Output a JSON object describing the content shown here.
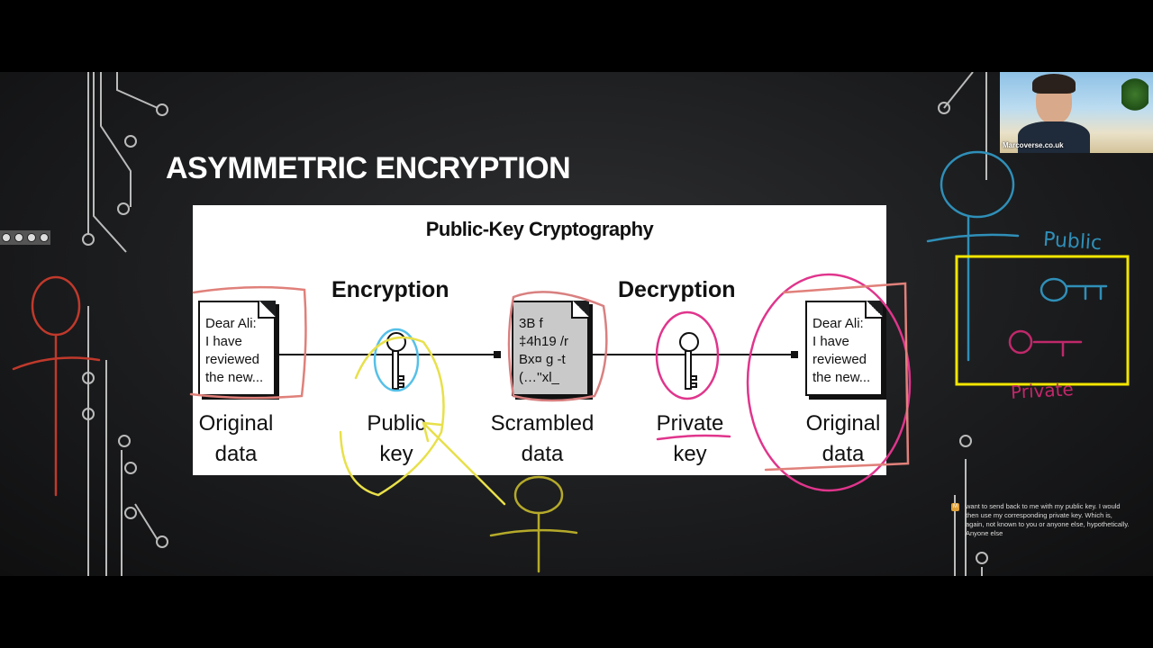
{
  "slide": {
    "title": "ASYMMETRIC ENCRYPTION",
    "diagram": {
      "title": "Public-Key Cryptography",
      "sections": [
        "Encryption",
        "Decryption"
      ],
      "original_doc_lines": [
        "Dear Ali:",
        "I have",
        "reviewed",
        "the new..."
      ],
      "scrambled_doc_lines": [
        "3B f",
        "‡4h19 /r",
        "Bx¤ g -t",
        "(…''xl_"
      ],
      "labels": [
        {
          "line1": "Original",
          "line2": "data"
        },
        {
          "line1": "Public",
          "line2": "key"
        },
        {
          "line1": "Scrambled",
          "line2": "data"
        },
        {
          "line1": "Private",
          "line2": "key"
        },
        {
          "line1": "Original",
          "line2": "data"
        }
      ]
    }
  },
  "annotations": {
    "public_label": "Public",
    "private_label": "Private",
    "colors": {
      "red": "#c0392b",
      "yellow": "#e8e04a",
      "blue": "#2f8fb8",
      "pink": "#e0358c",
      "box": "#f2e600"
    }
  },
  "webcam": {
    "name": "Marcoverse.co.uk"
  },
  "caption": {
    "avatar_letter": "M",
    "text": "want to send back to me with my public key. I would then use my corresponding private key. Which is, again, not known to you or anyone else, hypothetically. Anyone else"
  },
  "icons": [
    "document-icon",
    "key-icon",
    "arrow-icon",
    "circuit-decoration"
  ]
}
